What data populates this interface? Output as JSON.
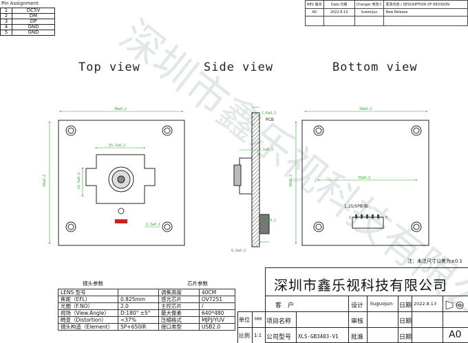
{
  "pin_assignment": {
    "title": "Pin Assignment",
    "pins": [
      {
        "num": "1",
        "name": "DC5V"
      },
      {
        "num": "2",
        "name": "DM"
      },
      {
        "num": "3",
        "name": "DP"
      },
      {
        "num": "4",
        "name": "GND"
      },
      {
        "num": "5",
        "name": "GND"
      }
    ]
  },
  "revision": {
    "headers": [
      "REV\n版本",
      "Date\n日期",
      "Changer\n修改人",
      "更改内容 / DESCRIPTION OF REVISION"
    ],
    "row": {
      "rev": "A0",
      "date": "2022.8.13",
      "changer": "liuwenjun",
      "desc": "New Release"
    }
  },
  "views": {
    "top": "Top view",
    "side": "Side view",
    "bottom": "Bottom view"
  },
  "dims": {
    "top_width": "38±0.2",
    "top_height": "38±0.2",
    "lens_width": "15.7±0.2",
    "lens_height": "11.5±0.2",
    "hole": "2.3±0.1",
    "side_pcb": "1.6±0.2",
    "side_label": "PCB",
    "side_a": "7.1±0.2",
    "side_b": "5.3±0.2",
    "side_c": "6.3±0.2",
    "bot_width": "38±0.2",
    "bot_height": "38±0.2",
    "bot_inner": "33±0.2",
    "connector": "1.25/5P卧贴",
    "conn_1": "1",
    "conn_5": "5"
  },
  "note": "注：未注尺寸公差为±0.1",
  "lens_table": {
    "title_left": "镜头参数",
    "title_right": "芯片参数",
    "rows": [
      {
        "k1": "LENS 型号",
        "v1": "",
        "k2": "调焦高度",
        "v2": "40CM"
      },
      {
        "k1": "焦距（EFL）",
        "v1": "0.825mm",
        "k2": "感光芯片",
        "v2": "OV7251"
      },
      {
        "k1": "光圈（F.NO）",
        "v1": "2.0",
        "k2": "主控芯片",
        "v2": "/"
      },
      {
        "k1": "视场（View.Angle）",
        "v1": "D:180° ±5°",
        "k2": "最大像素",
        "v2": "640*480"
      },
      {
        "k1": "畸变（Distortion）",
        "v1": "<37%",
        "k2": "压缩格式",
        "v2": "MJPJ/YUV"
      },
      {
        "k1": "镜头构造（Element）",
        "v1": "5P+650IR",
        "k2": "接口类型",
        "v2": "USB2.0"
      }
    ]
  },
  "title_block": {
    "company": "深圳市鑫乐视科技有限公司",
    "customer_label": "客　户",
    "design_label": "设计",
    "design_value": "liuguojun",
    "date_label": "日期",
    "date_value": "2022.8.13",
    "unit_label": "单位",
    "unit_value": "MM",
    "item_label": "项目名称",
    "review_label": "审核",
    "date_label2": "日期",
    "scale_label": "比例",
    "scale_value": "1:1",
    "model_label": "公司型号",
    "model_value": "XLS-GB3403-V1",
    "approve_label": "批准",
    "date_label3": "日期",
    "rev_value": "A0"
  },
  "watermark": "深圳市鑫乐视科技有限公司"
}
